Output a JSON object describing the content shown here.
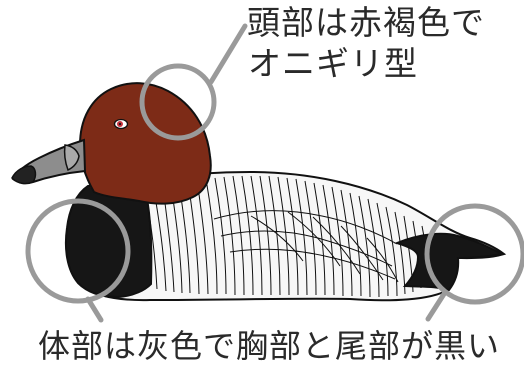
{
  "annotations": {
    "head_line_1": "頭部は赤褐色で",
    "head_line_2": "オニギリ型",
    "body_line": "体部は灰色で胸部と尾部が黒い"
  },
  "colors": {
    "head": "#7d2b17",
    "bill": "#8d8d8d",
    "bill_tip": "#222222",
    "chest": "#161616",
    "tail": "#161616",
    "body": "#f7f7f7",
    "body_lines": "#111111",
    "callout_circle": "#9a9a9a",
    "text": "#2a2a2a"
  }
}
